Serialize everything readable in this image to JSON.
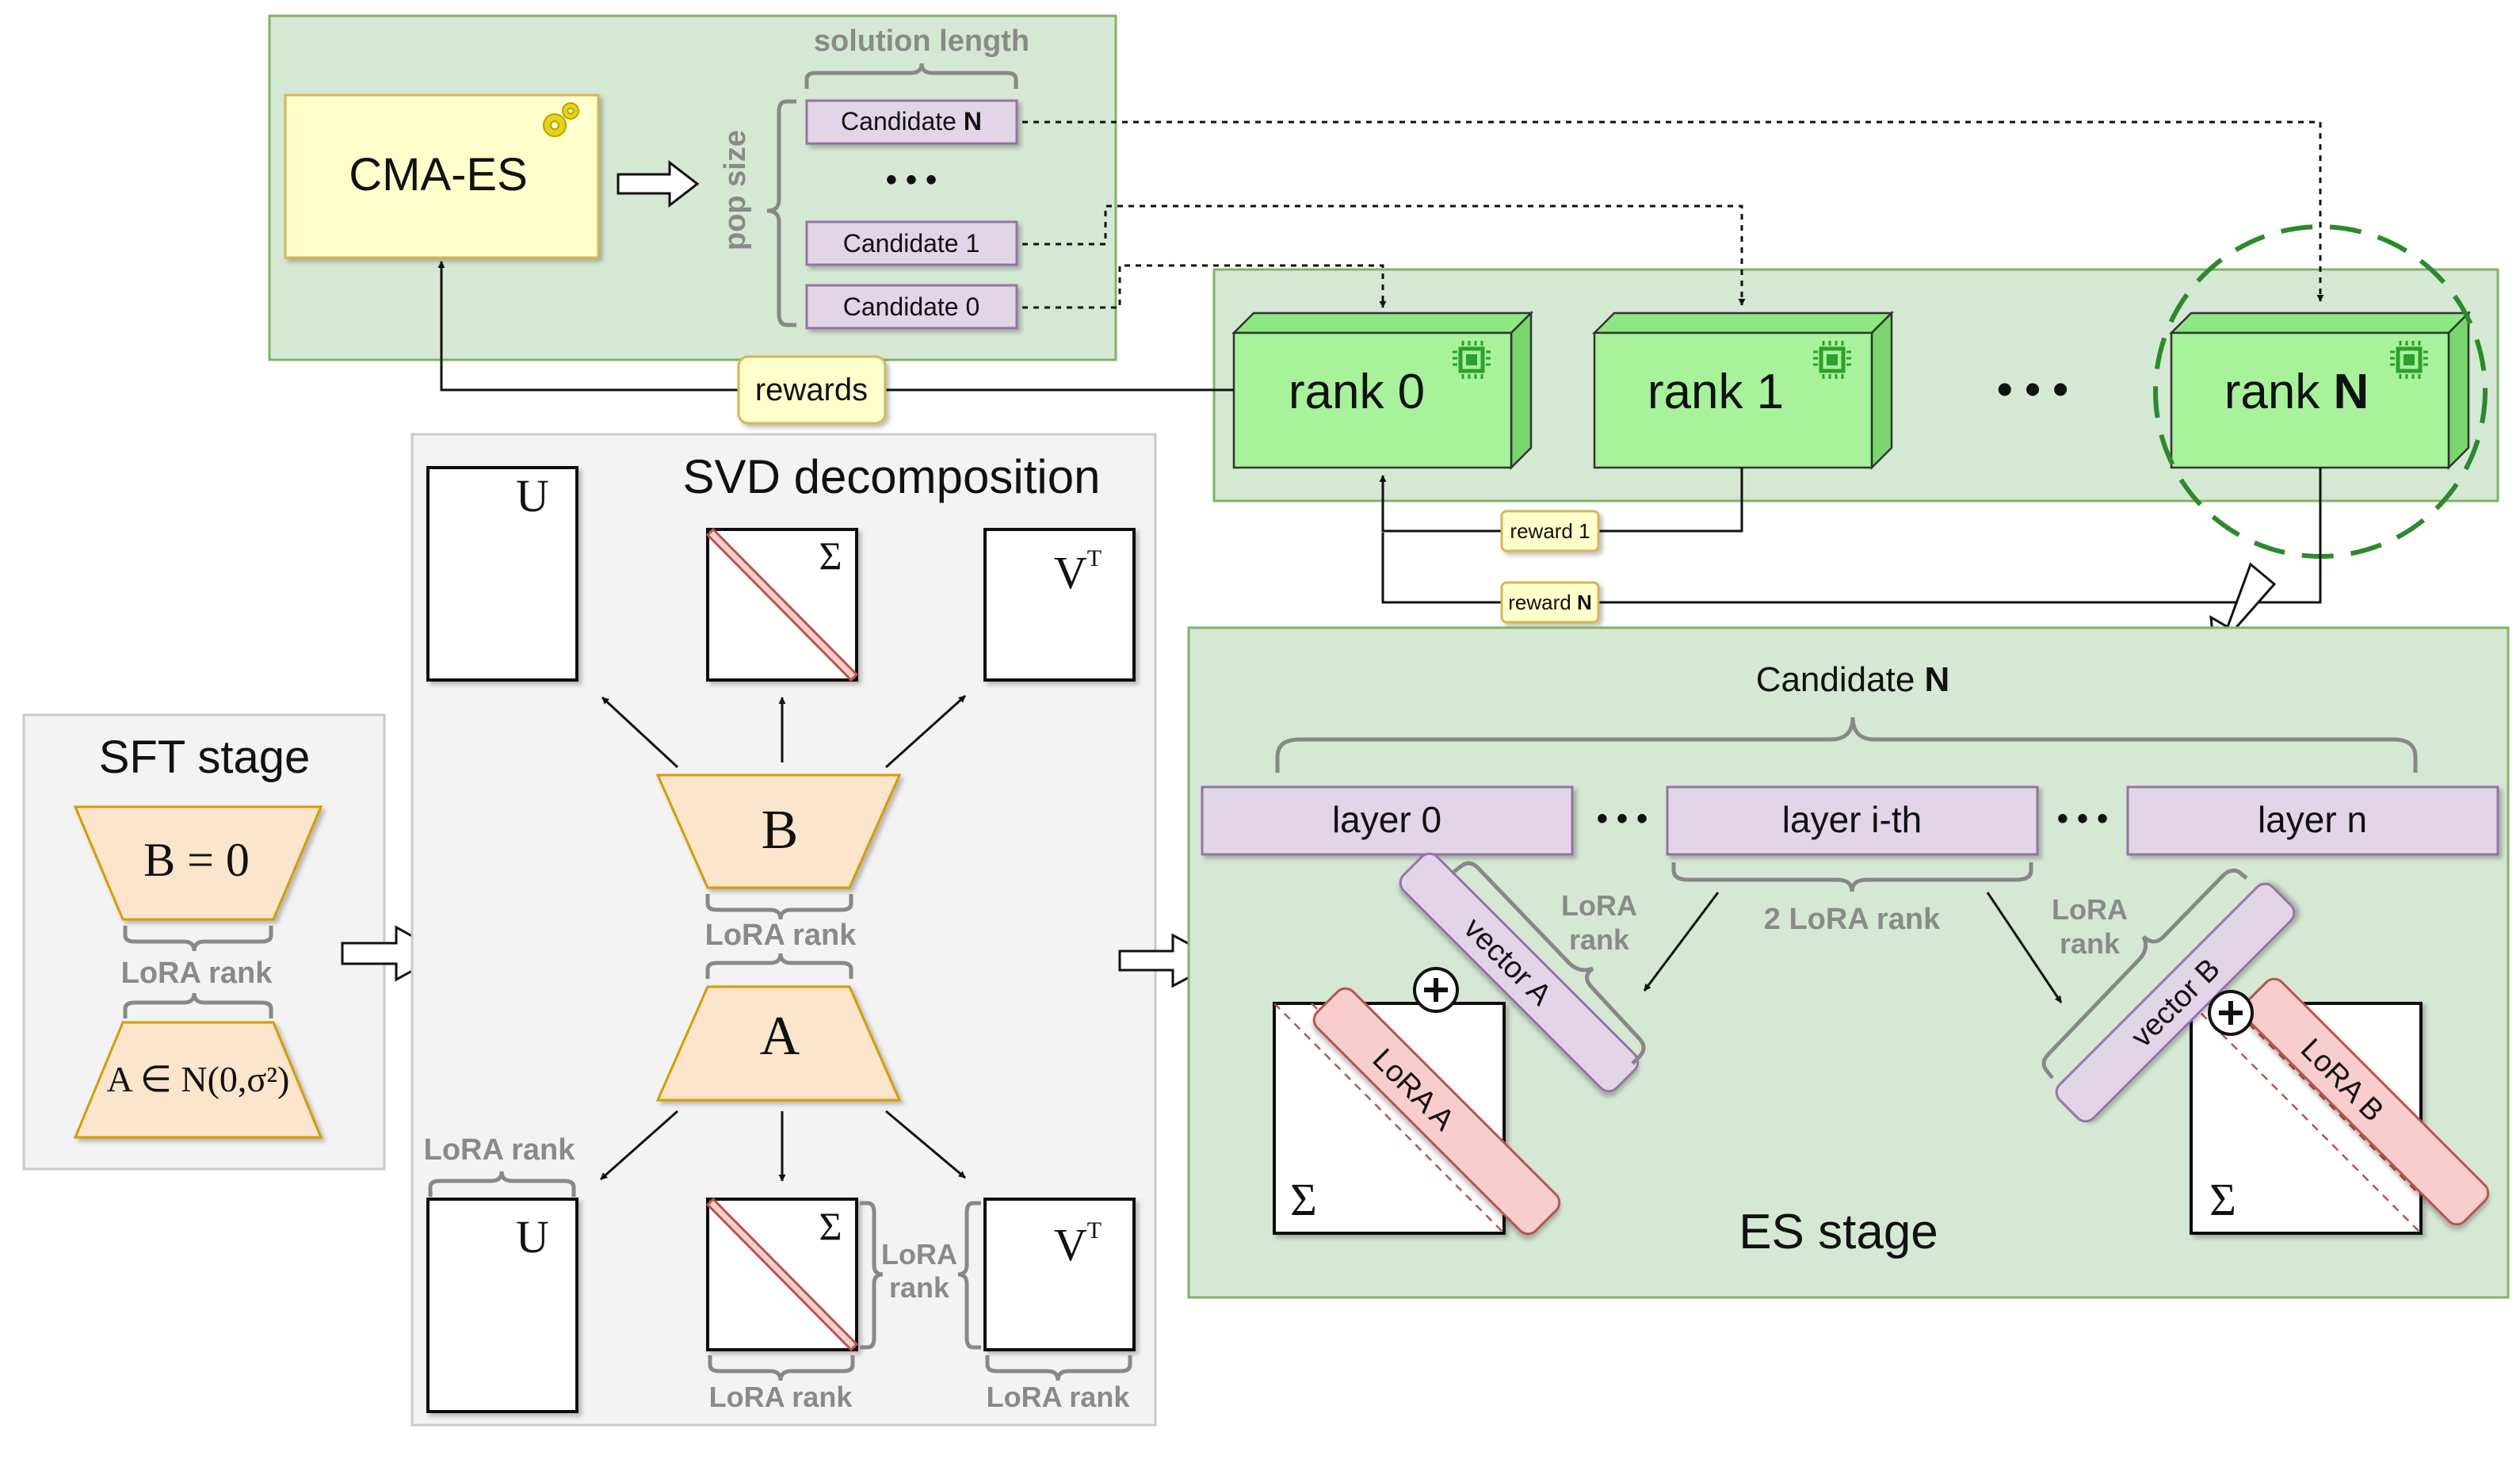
{
  "cmaes": {
    "title": "CMA-ES",
    "solution_length": "solution length",
    "pop_size": "pop size",
    "candidate_n": {
      "prefix": "Candidate ",
      "bold": "N"
    },
    "candidate_1": "Candidate 1",
    "candidate_0": "Candidate 0",
    "ellipsis": "• • •"
  },
  "rewards": {
    "label": "rewards"
  },
  "workers": {
    "rank0": "rank 0",
    "rank1": "rank 1",
    "rankN": {
      "prefix": "rank ",
      "bold": "N"
    },
    "ellipsis": "• • •",
    "reward1": "reward 1",
    "rewardN": {
      "prefix": "reward ",
      "bold": "N"
    }
  },
  "sft": {
    "title": "SFT stage",
    "b_eq": "B = 0",
    "a_dist": "A ∈ N(0,σ²)",
    "lora_rank": "LoRA rank"
  },
  "svd": {
    "title": "SVD decomposition",
    "U": "U",
    "Sigma": "Σ",
    "V": "V",
    "T": "T",
    "B": "B",
    "A": "A",
    "lora_rank": "LoRA rank",
    "lora_rank_top": "LoRA",
    "lora_rank_bottom": "rank"
  },
  "es": {
    "title": "ES stage",
    "candidate": {
      "prefix": "Candidate ",
      "bold": "N"
    },
    "layer0": "layer 0",
    "layer_i": "layer i-th",
    "layer_n": "layer n",
    "ellipsis": "• • •",
    "two_lora_rank": "2 LoRA rank",
    "lora_top": "LoRA",
    "lora_bottom": "rank",
    "vector_a": "vector A",
    "vector_b": "vector B",
    "lora_a": "LoRA A",
    "lora_b": "LoRA B",
    "Sigma": "Σ",
    "plus": "+"
  },
  "colors": {
    "green_panel": "#d5e8d4",
    "gray_panel": "#f3f3f3",
    "yellow_box": "#ffffcc",
    "purple_box": "#e1d5e7",
    "rank_green": "#a7f29a",
    "orange_trap": "#fce5cd",
    "red_bar": "#f8cecc"
  }
}
